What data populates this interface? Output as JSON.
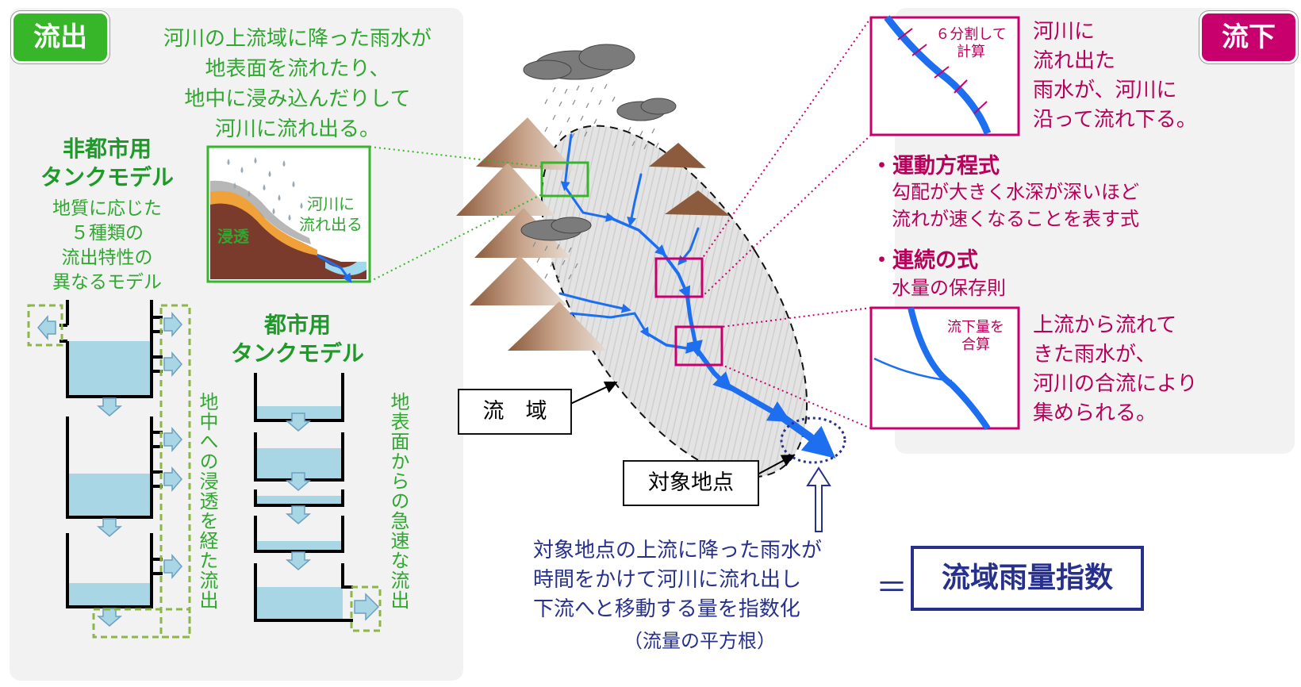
{
  "outflow": {
    "badge": "流出",
    "intro": [
      "河川の上流域に降った雨水が",
      "地表面を流れたり、",
      "地中に浸み込んだりして",
      "河川に流れ出る。"
    ],
    "inset_infiltration": "浸透",
    "inset_flow": [
      "河川に",
      "流れ出る"
    ],
    "rural_title": [
      "非都市用",
      "タンクモデル"
    ],
    "rural_desc": [
      "地質に応じた",
      "５種類の",
      "流出特性の",
      "異なるモデル"
    ],
    "rural_vertical": "地中への浸透を経た流出",
    "urban_title": [
      "都市用",
      "タンクモデル"
    ],
    "urban_vertical": "地表面からの急速な流出"
  },
  "runoff": {
    "badge": "流下",
    "inset1_label": [
      "６分割して",
      "計算"
    ],
    "inset1_text": [
      "河川に",
      "流れ出た",
      "雨水が、河川に",
      "沿って流れ下る。"
    ],
    "eq1_title": "・運動方程式",
    "eq1_text": [
      "勾配が大きく水深が深いほど",
      "流れが速くなることを表す式"
    ],
    "eq2_title": "・連続の式",
    "eq2_text": "水量の保存則",
    "inset2_label": [
      "流下量を",
      "合算"
    ],
    "inset2_text": [
      "上流から流れて",
      "きた雨水が、",
      "河川の合流により",
      "集められる。"
    ]
  },
  "center": {
    "basin_label": "流　域",
    "target_label": "対象地点",
    "summary": [
      "対象地点の上流に降った雨水が",
      "時間をかけて河川に流れ出し",
      "下流へと移動する量を指数化"
    ],
    "summary_note": "（流量の平方根）",
    "equals": "＝",
    "result": "流域雨量指数"
  },
  "colors": {
    "green": "#37b629",
    "magenta": "#c8006e",
    "river_blue": "#1e6ef0",
    "tank_fill": "#a9d6e5",
    "navy": "#27318c"
  }
}
